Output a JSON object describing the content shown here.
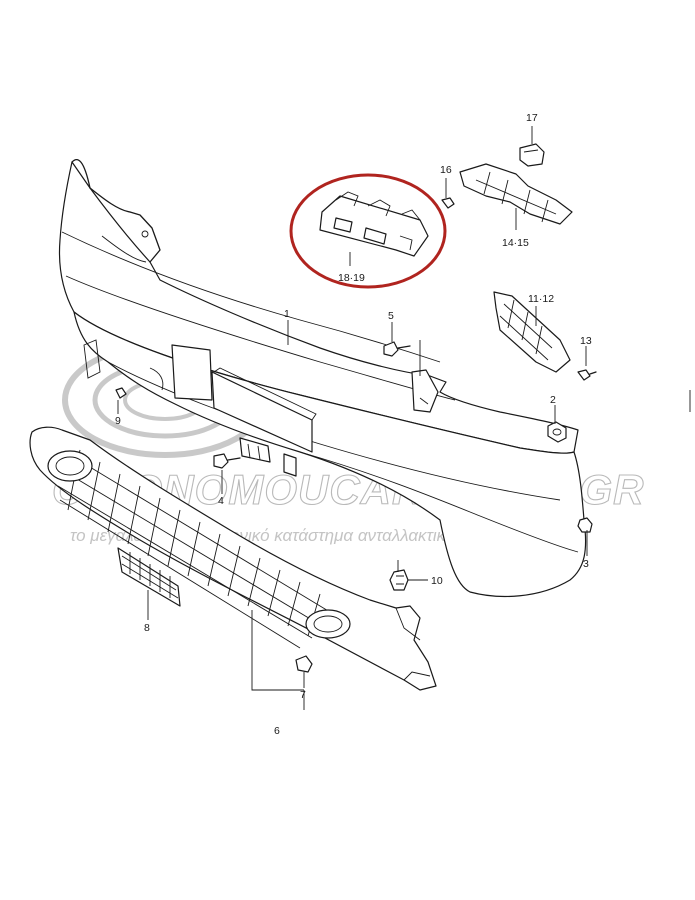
{
  "diagram": {
    "callouts": {
      "c1": "1",
      "c2": "2",
      "c3": "3",
      "c4": "4",
      "c5": "5",
      "c6": "6",
      "c7": "7",
      "c8": "8",
      "c9": "9",
      "c10": "10",
      "c11_12": "11·12",
      "c13": "13",
      "c14_15": "14·15",
      "c16": "16",
      "c17": "17",
      "c18_19": "18·19"
    },
    "highlight_color": "#b0241f",
    "highlighted_part": "18·19"
  },
  "watermark": {
    "brand": "OIKONOMOUCARPARTS.GR",
    "tagline": "το μεγαλύτερο ηλεκτρονικό κατάστημα ανταλλακτικών"
  }
}
